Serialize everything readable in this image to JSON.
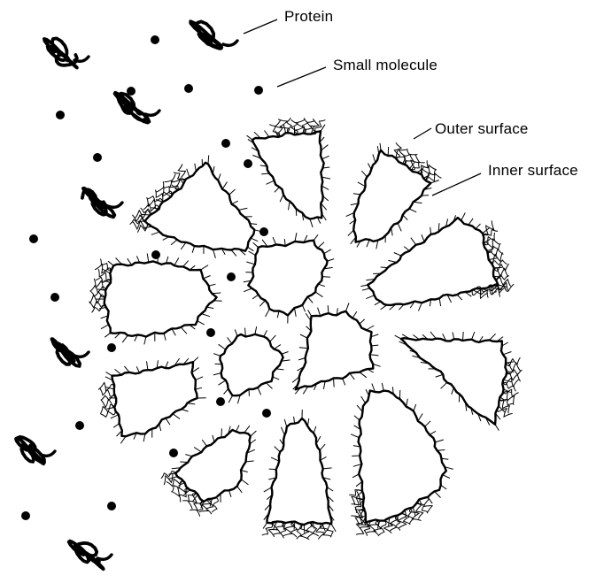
{
  "labels": {
    "protein": "Protein",
    "small_molecule": "Small molecule",
    "outer_surface": "Outer surface",
    "inner_surface": "Inner surface"
  },
  "colors": {
    "ink": "#000000",
    "background": "#ffffff"
  }
}
